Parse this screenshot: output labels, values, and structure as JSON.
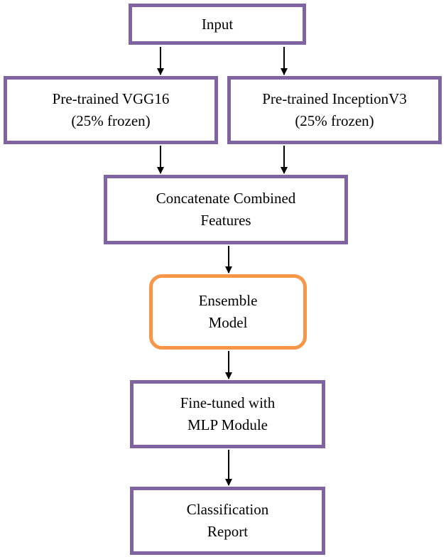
{
  "diagram": {
    "colors": {
      "box_border": "#8064a2",
      "highlight_border": "#f79646",
      "arrow": "#000000"
    },
    "nodes": {
      "input": {
        "lines": [
          "Input"
        ]
      },
      "vgg16": {
        "lines": [
          "Pre-trained VGG16",
          "(25% frozen)"
        ]
      },
      "inceptionv3": {
        "lines": [
          "Pre-trained InceptionV3",
          "(25% frozen)"
        ]
      },
      "concat": {
        "lines": [
          "Concatenate Combined",
          "Features"
        ]
      },
      "ensemble": {
        "lines": [
          "Ensemble",
          "Model"
        ]
      },
      "finetune": {
        "lines": [
          "Fine-tuned with",
          "MLP Module"
        ]
      },
      "report": {
        "lines": [
          "Classification",
          "Report"
        ]
      }
    },
    "edges": [
      [
        "input",
        "vgg16"
      ],
      [
        "input",
        "inceptionv3"
      ],
      [
        "vgg16",
        "concat"
      ],
      [
        "inceptionv3",
        "concat"
      ],
      [
        "concat",
        "ensemble"
      ],
      [
        "ensemble",
        "finetune"
      ],
      [
        "finetune",
        "report"
      ]
    ]
  }
}
